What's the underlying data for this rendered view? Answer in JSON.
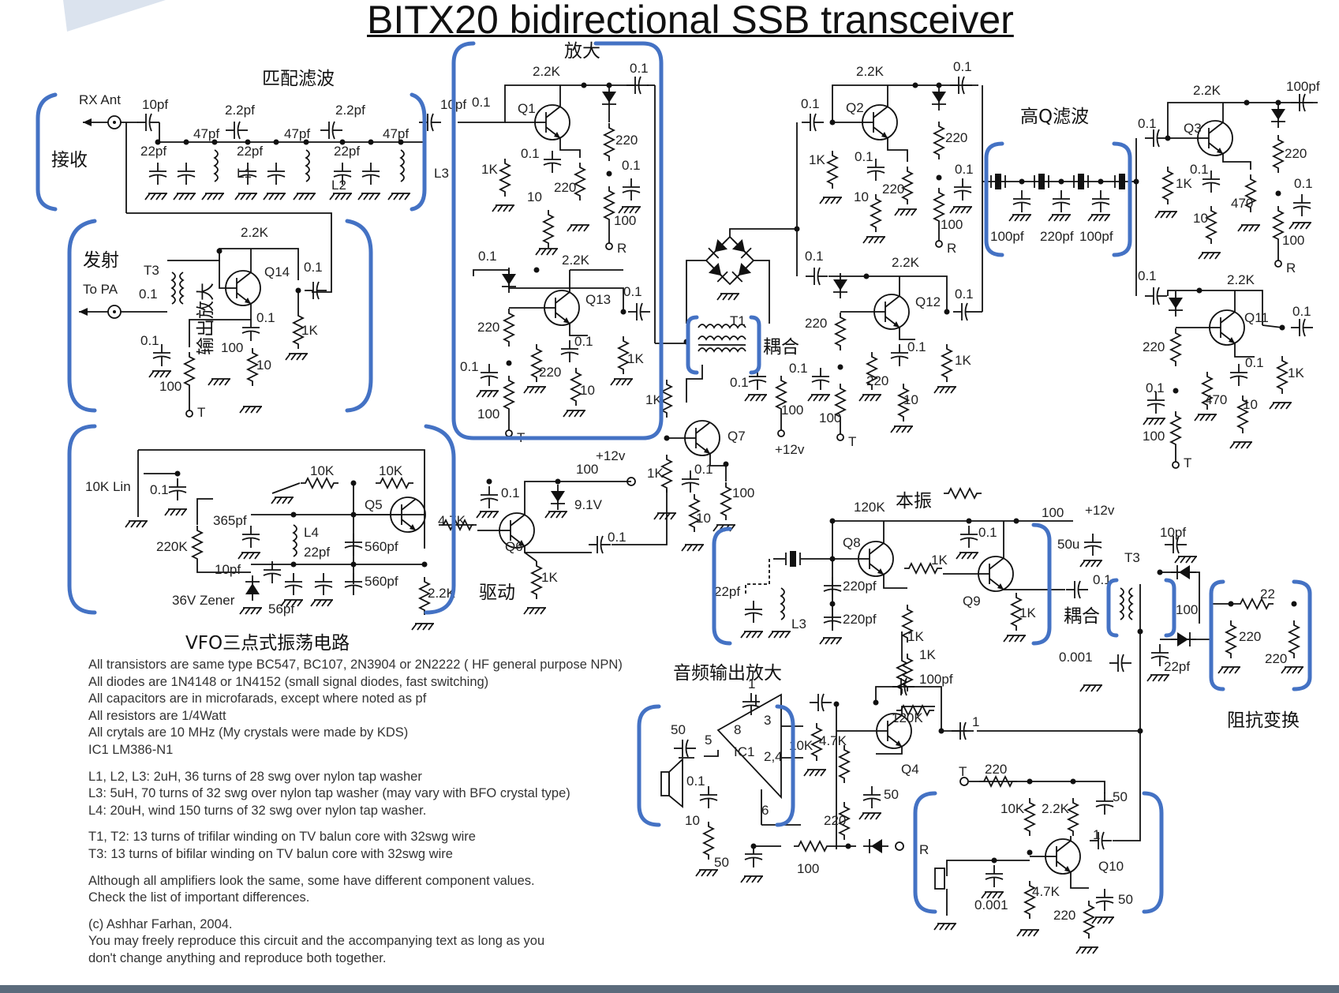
{
  "title": "BITX20 bidirectional SSB transceiver",
  "group_labels": {
    "amp": "放大",
    "match_filter": "匹配滤波",
    "receive": "接收",
    "transmit": "发射",
    "output_amp": "输出放大",
    "high_q_filter": "高Q滤波",
    "coupling_1": "耦合",
    "coupling_2": "耦合",
    "vfo": "VFO三点式振荡电路",
    "driver": "驱动",
    "local_osc": "本振",
    "audio_out_amp": "音频输出放大",
    "impedance_transform": "阻抗变换"
  },
  "components": {
    "rx_ant": "RX Ant",
    "to_pa": "To PA",
    "q1": "Q1",
    "q2": "Q2",
    "q3": "Q3",
    "q4": "Q4",
    "q5": "Q5",
    "q6": "Q6",
    "q7": "Q7",
    "q8": "Q8",
    "q9": "Q9",
    "q10": "Q10",
    "q11": "Q11",
    "q12": "Q12",
    "q13": "Q13",
    "q14": "Q14",
    "t1": "T1",
    "t3a": "T3",
    "t3b": "T3",
    "l1": "L1",
    "l2": "L2",
    "l3a": "L3",
    "l3b": "L3",
    "l4": "L4",
    "ic1": "IC1",
    "r_2k2": "2.2K",
    "r_1k": "1K",
    "r_220": "220",
    "r_100": "100",
    "r_10": "10",
    "r_10k": "10K",
    "r_120k": "120K",
    "r_220k": "220K",
    "r_4k7": "4.7K",
    "r_470": "470",
    "r_22": "22",
    "c_01": "0.1",
    "c_10pf": "10pf",
    "c_22pf": "22pf",
    "c_47pf": "47pf",
    "c_2p2pf": "2.2pf",
    "c_100pf": "100pf",
    "c_220pf": "220pf",
    "c_365pf": "365pf",
    "c_560pf": "560pf",
    "c_56pf": "56pf",
    "c_50": "50",
    "c_50u": "50u",
    "c_0001": "0.001",
    "c_1": "1",
    "vfo_pot": "10K Lin",
    "zener36": "36V Zener",
    "zener91": "9.1V",
    "v12": "+12v",
    "node_t": "T",
    "node_r": "R",
    "ic_pin_2_4": "2,4",
    "ic_pin_3": "3",
    "ic_pin_5": "5",
    "ic_pin_6": "6",
    "ic_pin_8": "8"
  },
  "notes": [
    "All transistors are same type BC547, BC107, 2N3904 or 2N2222 ( HF general purpose NPN)",
    "All diodes are 1N4148 or 1N4152 (small signal diodes, fast switching)",
    "All capacitors are in microfarads, except where noted as pf",
    "All resistors are 1/4Watt",
    "All crytals are 10 MHz (My crystals were made by KDS)",
    "IC1 LM386-N1",
    "",
    "L1, L2, L3: 2uH, 36 turns of 28 swg over nylon tap washer",
    "L3: 5uH, 70 turns of 32 swg over nylon tap washer (may vary with BFO crystal type)",
    "L4: 20uH, wind 150 turns of 32 swg over nylon    tap washer.",
    "",
    "T1, T2: 13 turns of trifilar winding on TV balun core with 32swg wire",
    "T3: 13 turns of bifilar winding on TV balun core with 32swg wire",
    "",
    "Although all amplifiers look the same, some have different component values.",
    "Check the list of important differences.",
    "",
    "(c) Ashhar Farhan, 2004.",
    "You may freely reproduce this circuit and the accompanying text as long as you",
    "don't change anything and reproduce both together."
  ],
  "colors": {
    "group_outline": "#4472c4",
    "ink": "#111111",
    "corner": "#dbe3ee",
    "bottom_bar": "#5b6b7c"
  }
}
